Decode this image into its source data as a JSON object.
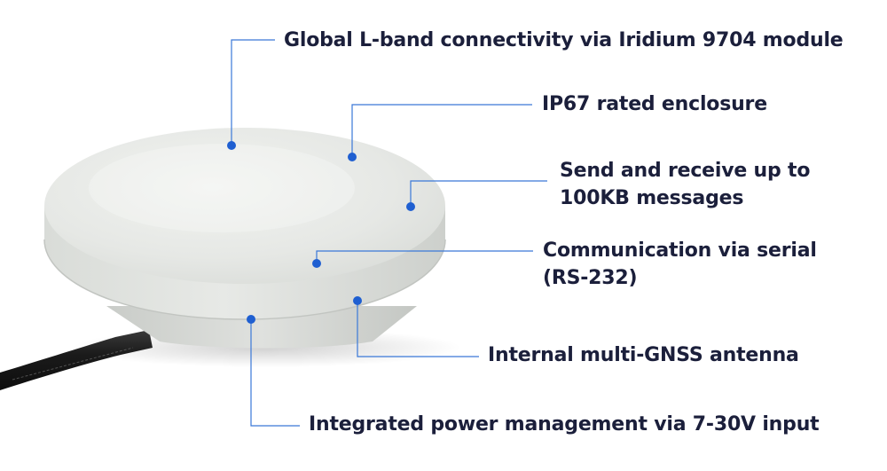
{
  "callouts": {
    "global": {
      "text": "Global L-band connectivity via Iridium 9704 module"
    },
    "ip67": {
      "text": "IP67 rated enclosure"
    },
    "send": {
      "line1": "Send and receive up to",
      "line2": "100KB messages"
    },
    "comm": {
      "line1": "Communication via serial",
      "line2": "(RS-232)"
    },
    "gnss": {
      "text": "Internal multi-GNSS antenna"
    },
    "power": {
      "text": "Integrated power management via 7-30V input"
    }
  },
  "colors": {
    "text": "#1b1f3b",
    "leader_line": "#3a78d8",
    "dot": "#1f5fd1",
    "enclosure": "#e4e6e3",
    "cable": "#1e1e1e"
  }
}
